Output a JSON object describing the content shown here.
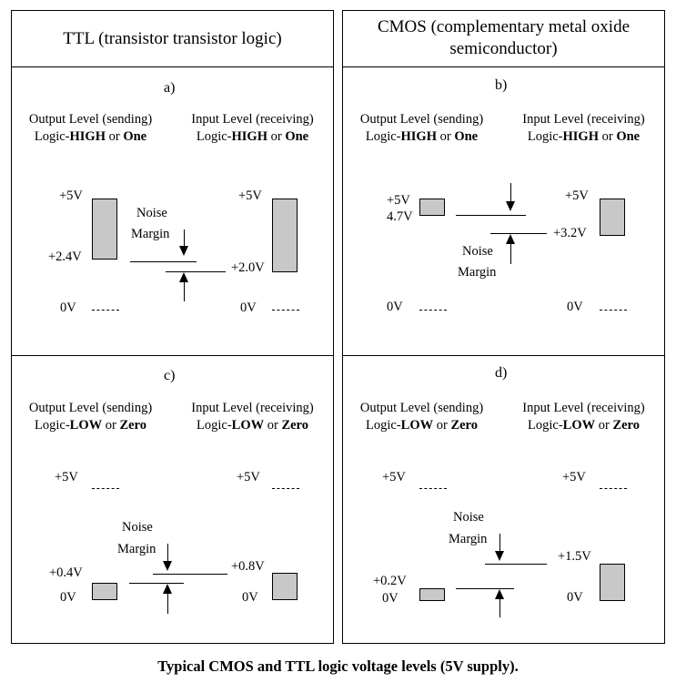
{
  "columns": {
    "ttl_title": "TTL (transistor transistor logic)",
    "cmos_title_line1": "CMOS (complementary metal oxide",
    "cmos_title_line2": "semiconductor)"
  },
  "common": {
    "output_label": "Output Level (sending)",
    "input_label": "Input Level (receiving)",
    "logic_prefix": "Logic-",
    "or": " or ",
    "high": "HIGH",
    "one": "One",
    "low": "LOW",
    "zero": "Zero",
    "noise": "Noise",
    "margin": "Margin",
    "plus5v": "+5V",
    "zerov": "0V"
  },
  "panels": {
    "a": {
      "label": "a)",
      "out_level": "+2.4V",
      "in_level": "+2.0V"
    },
    "b": {
      "label": "b)",
      "out_level": "4.7V",
      "in_level": "+3.2V"
    },
    "c": {
      "label": "c)",
      "out_level": "+0.4V",
      "in_level": "+0.8V"
    },
    "d": {
      "label": "d)",
      "out_level": "+0.2V",
      "in_level": "+1.5V"
    }
  },
  "caption": "Typical CMOS and TTL logic voltage levels (5V supply).",
  "colors": {
    "bar_fill": "#c8c8c8",
    "stroke": "#000000"
  }
}
